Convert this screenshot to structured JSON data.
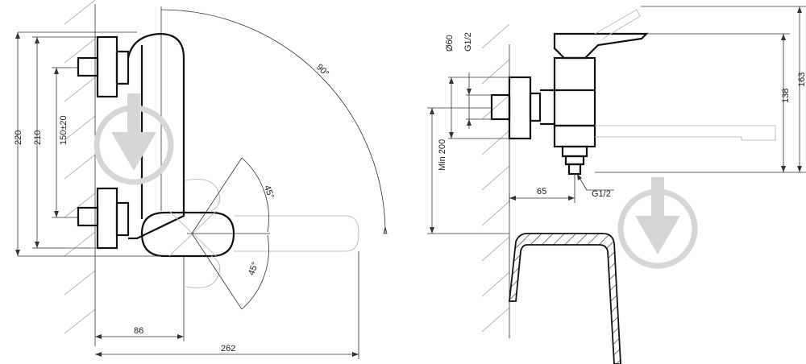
{
  "colors": {
    "line": "#111111",
    "ghost": "#bfbfbf",
    "watermark": "#d6d6d6"
  },
  "front_view": {
    "height_total": "220",
    "height_outer": "210",
    "inlet_spacing": "150±20",
    "depth_body": "86",
    "length_total": "262",
    "angle_quarter": "90°",
    "angle_up": "45°",
    "angle_down": "45°"
  },
  "side_view": {
    "diameter_flange": "Ø60",
    "inlet_thread": "G1/2",
    "min_height": "Min 200",
    "wall_offset": "65",
    "outlet_thread": "G1/2",
    "height_spout": "138",
    "height_total": "163"
  },
  "watermark_icons": [
    "watermark-left-icon",
    "watermark-right-icon"
  ]
}
